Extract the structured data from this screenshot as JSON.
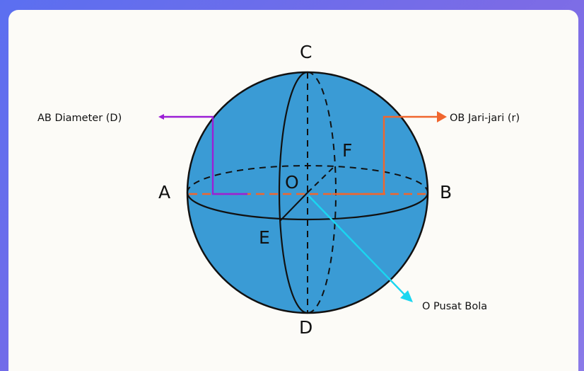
{
  "diagram": {
    "points": {
      "A": "A",
      "B": "B",
      "C": "C",
      "D": "D",
      "E": "E",
      "F": "F",
      "O": "O"
    },
    "labels": {
      "diameter": "AB Diameter (D)",
      "radius": "OB Jari-jari (r)",
      "center": "O Pusat Bola"
    },
    "colors": {
      "sphere_fill": "#3a9bd5",
      "outline": "#111111",
      "diameter_arrow": "#9b1fd6",
      "radius_arrow": "#f0662e",
      "center_arrow": "#1ad6f0",
      "background": "#fcfbf7",
      "frame": "#6a6fe8"
    }
  }
}
